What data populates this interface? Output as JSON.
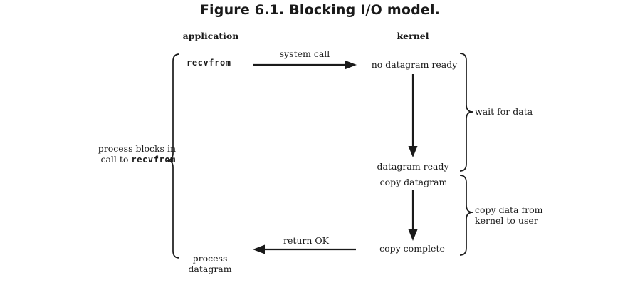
{
  "title": "Figure 6.1. Blocking I/O model.",
  "columns": {
    "application": "application",
    "kernel": "kernel"
  },
  "nodes": {
    "recvfrom": "recvfrom",
    "no_datagram_ready": "no datagram ready",
    "datagram_ready": "datagram ready",
    "copy_datagram": "copy datagram",
    "copy_complete": "copy complete",
    "process_line1": "process",
    "process_line2": "datagram"
  },
  "arrows": {
    "system_call": "system call",
    "return_ok": "return OK"
  },
  "annotations": {
    "process_blocks_line1": "process blocks in",
    "process_blocks_line2_prefix": "call to ",
    "process_blocks_code": "recvfrom",
    "wait_for_data": "wait for data",
    "copy_data_line1": "copy data from",
    "copy_data_line2": "kernel to user"
  },
  "colors": {
    "ink": "#1a1a1a",
    "background": "#ffffff"
  }
}
